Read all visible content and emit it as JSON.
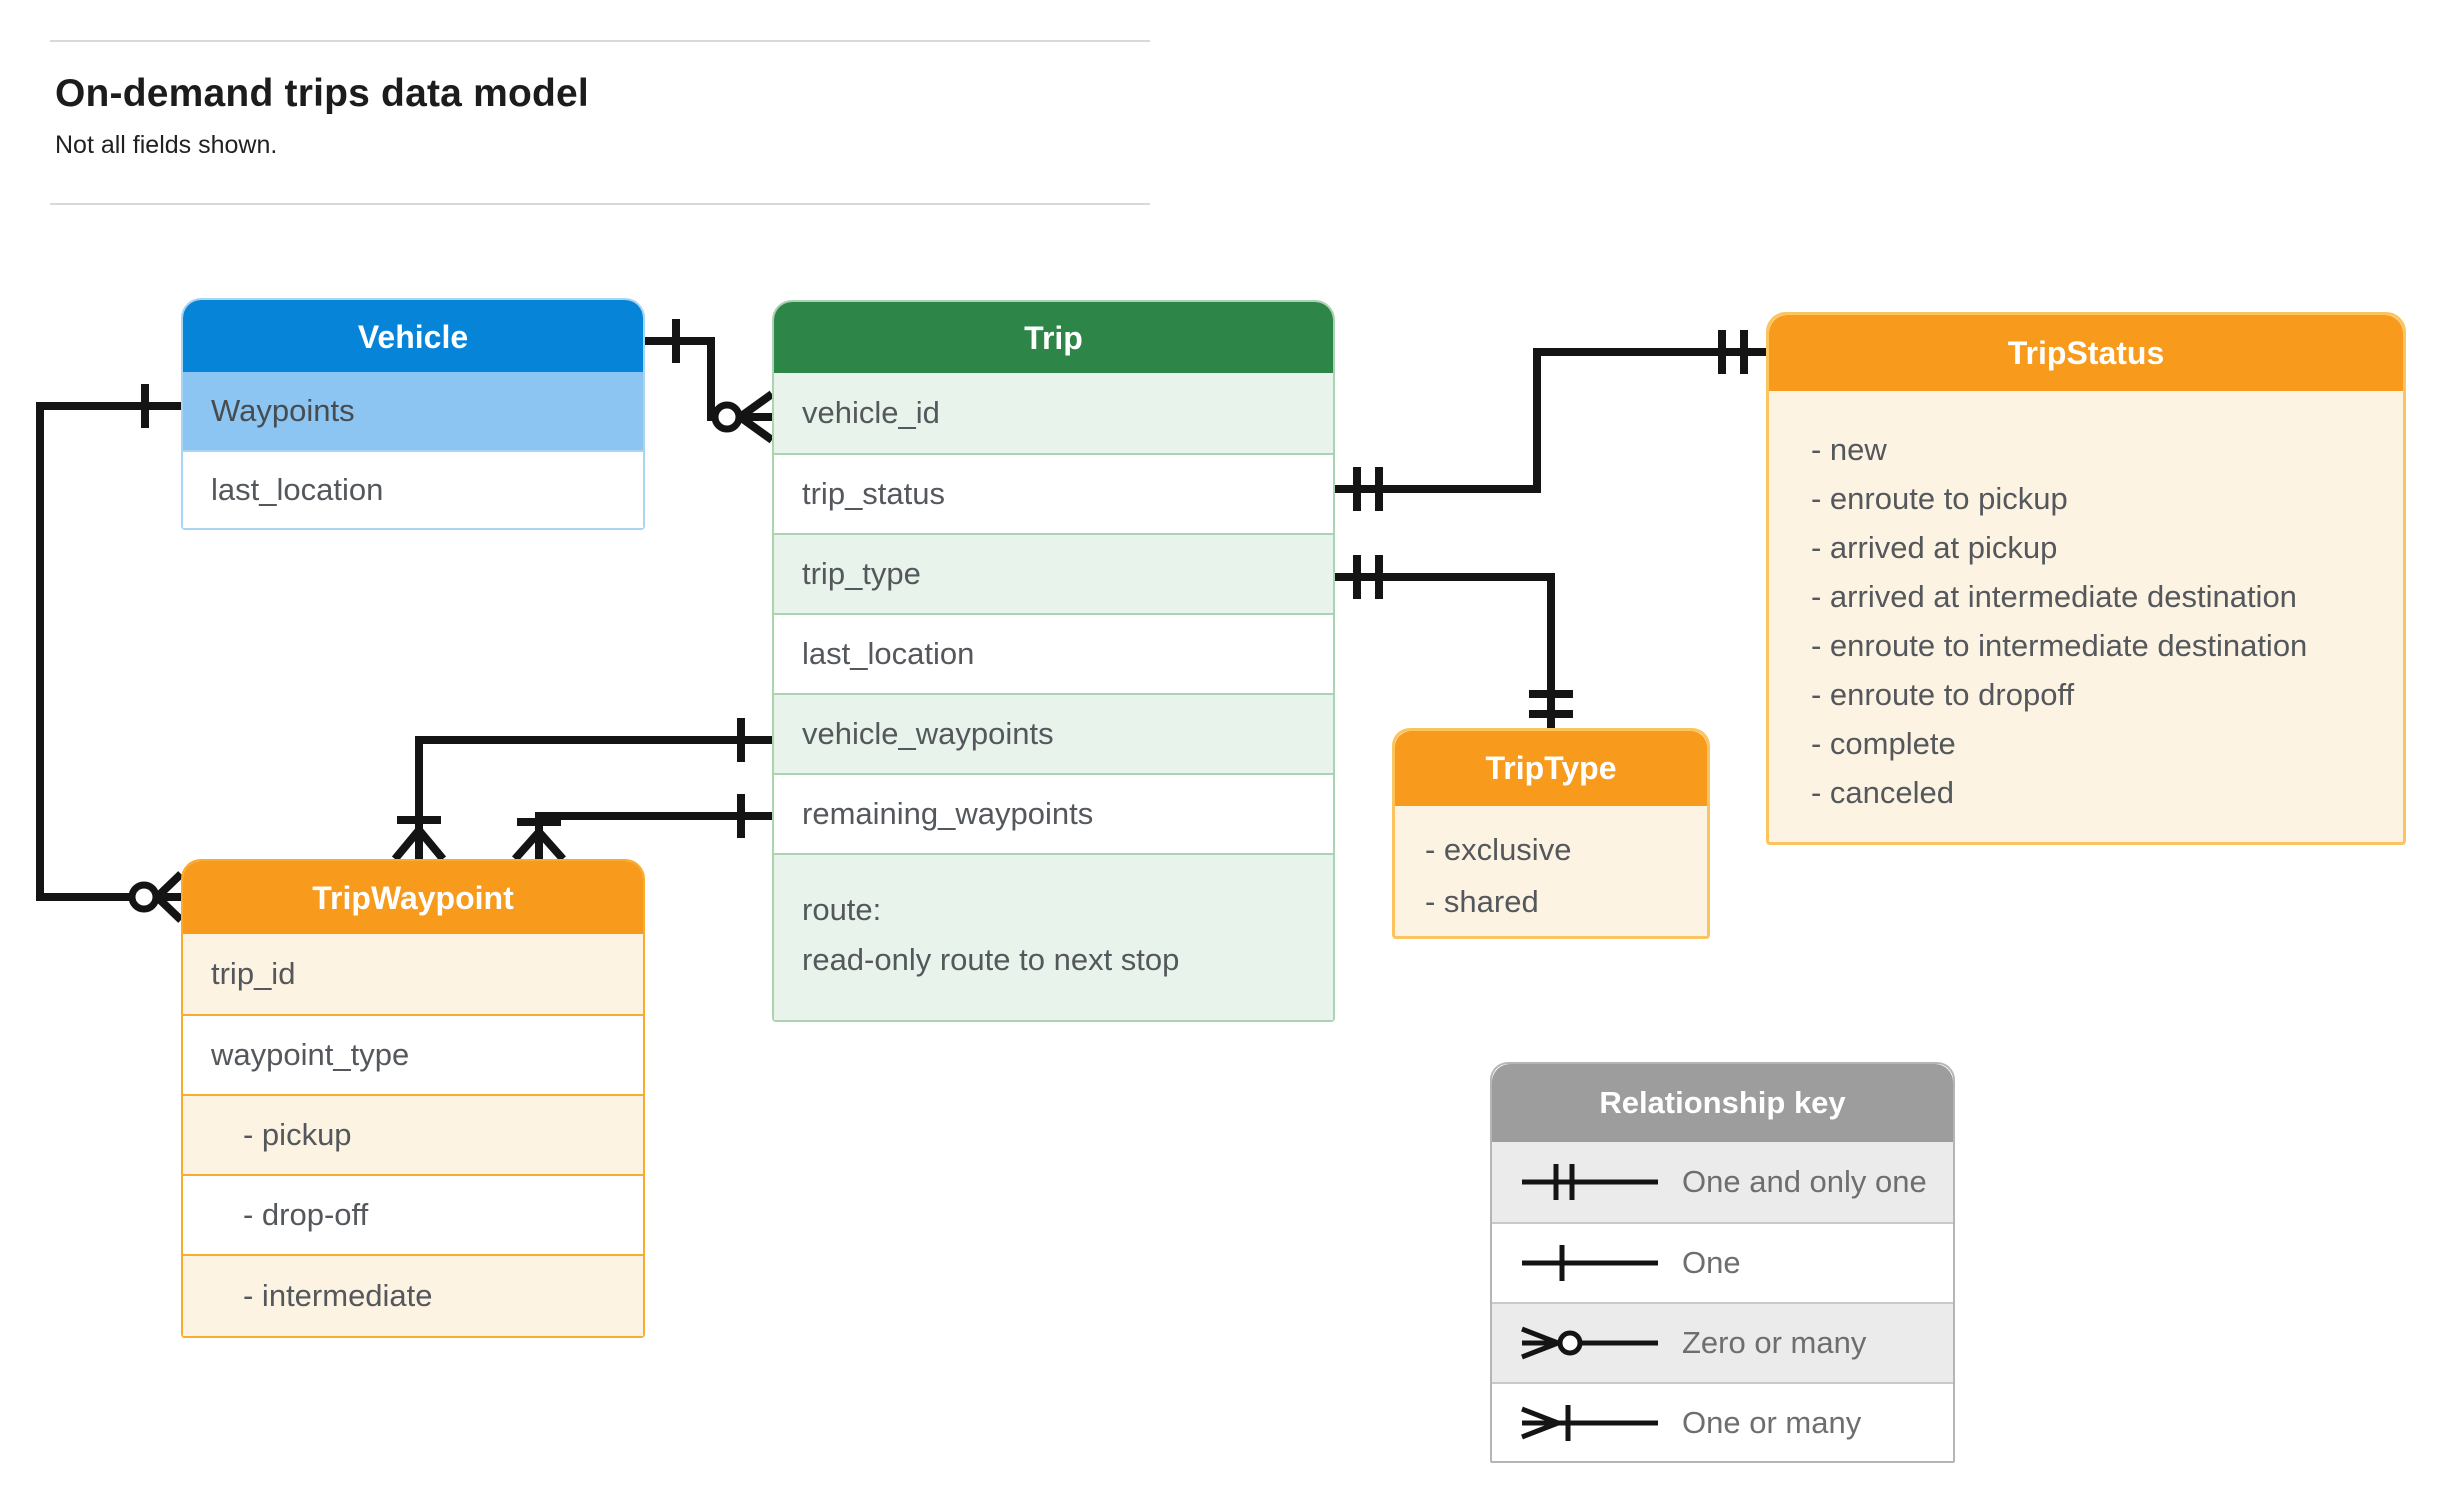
{
  "page": {
    "title": "On-demand trips data model",
    "subtitle": "Not all fields shown."
  },
  "entities": {
    "vehicle": {
      "title": "Vehicle",
      "rows": [
        "Waypoints",
        "last_location"
      ]
    },
    "trip": {
      "title": "Trip",
      "rows": [
        "vehicle_id",
        "trip_status",
        "trip_type",
        "last_location",
        "vehicle_waypoints",
        "remaining_waypoints"
      ],
      "route_label": "route:",
      "route_desc": "read-only route to next stop"
    },
    "tripStatus": {
      "title": "TripStatus",
      "values": [
        "- new",
        "- enroute to pickup",
        "- arrived at pickup",
        "- arrived at intermediate destination",
        "- enroute to intermediate destination",
        "- enroute to dropoff",
        "- complete",
        "- canceled"
      ]
    },
    "tripType": {
      "title": "TripType",
      "values": [
        "- exclusive",
        "- shared"
      ]
    },
    "tripWaypoint": {
      "title": "TripWaypoint",
      "rows": [
        "trip_id",
        "waypoint_type",
        "- pickup",
        "- drop-off",
        "- intermediate"
      ]
    }
  },
  "legend": {
    "title": "Relationship key",
    "items": [
      "One and only one",
      "One",
      "Zero or many",
      "One or many"
    ]
  },
  "colors": {
    "vehicle_header": "#0684d8",
    "vehicle_highlight_row": "#8cc5f1",
    "trip_header": "#2d8648",
    "trip_row_alt": "#e8f3eb",
    "orange_header": "#f89a1b",
    "orange_body": "#fdf3e2",
    "legend_header": "#9d9d9d",
    "legend_row_alt": "#ebebeb",
    "connector": "#141414"
  }
}
